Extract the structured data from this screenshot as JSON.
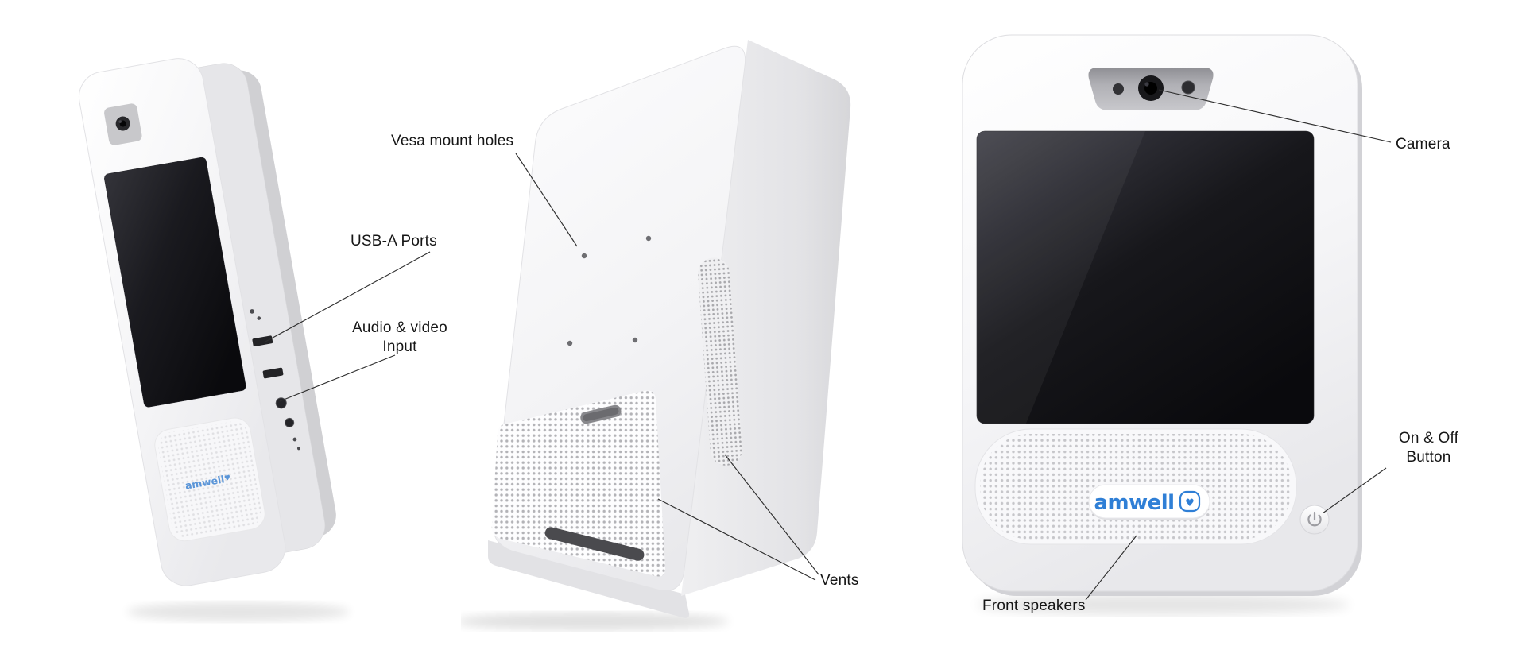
{
  "page": {
    "background": "#ffffff"
  },
  "brand": {
    "logo_text": "amwell",
    "logo_mark": "♥",
    "logo_color": "#2f7fd6"
  },
  "callouts": {
    "vesa": "Vesa mount holes",
    "usb": "USB-A Ports",
    "audio_line1": "Audio & video",
    "audio_line2": "Input",
    "camera": "Camera",
    "onoff_line1": "On & Off",
    "onoff_line2": "Button",
    "vents": "Vents",
    "front_speakers": "Front speakers"
  }
}
